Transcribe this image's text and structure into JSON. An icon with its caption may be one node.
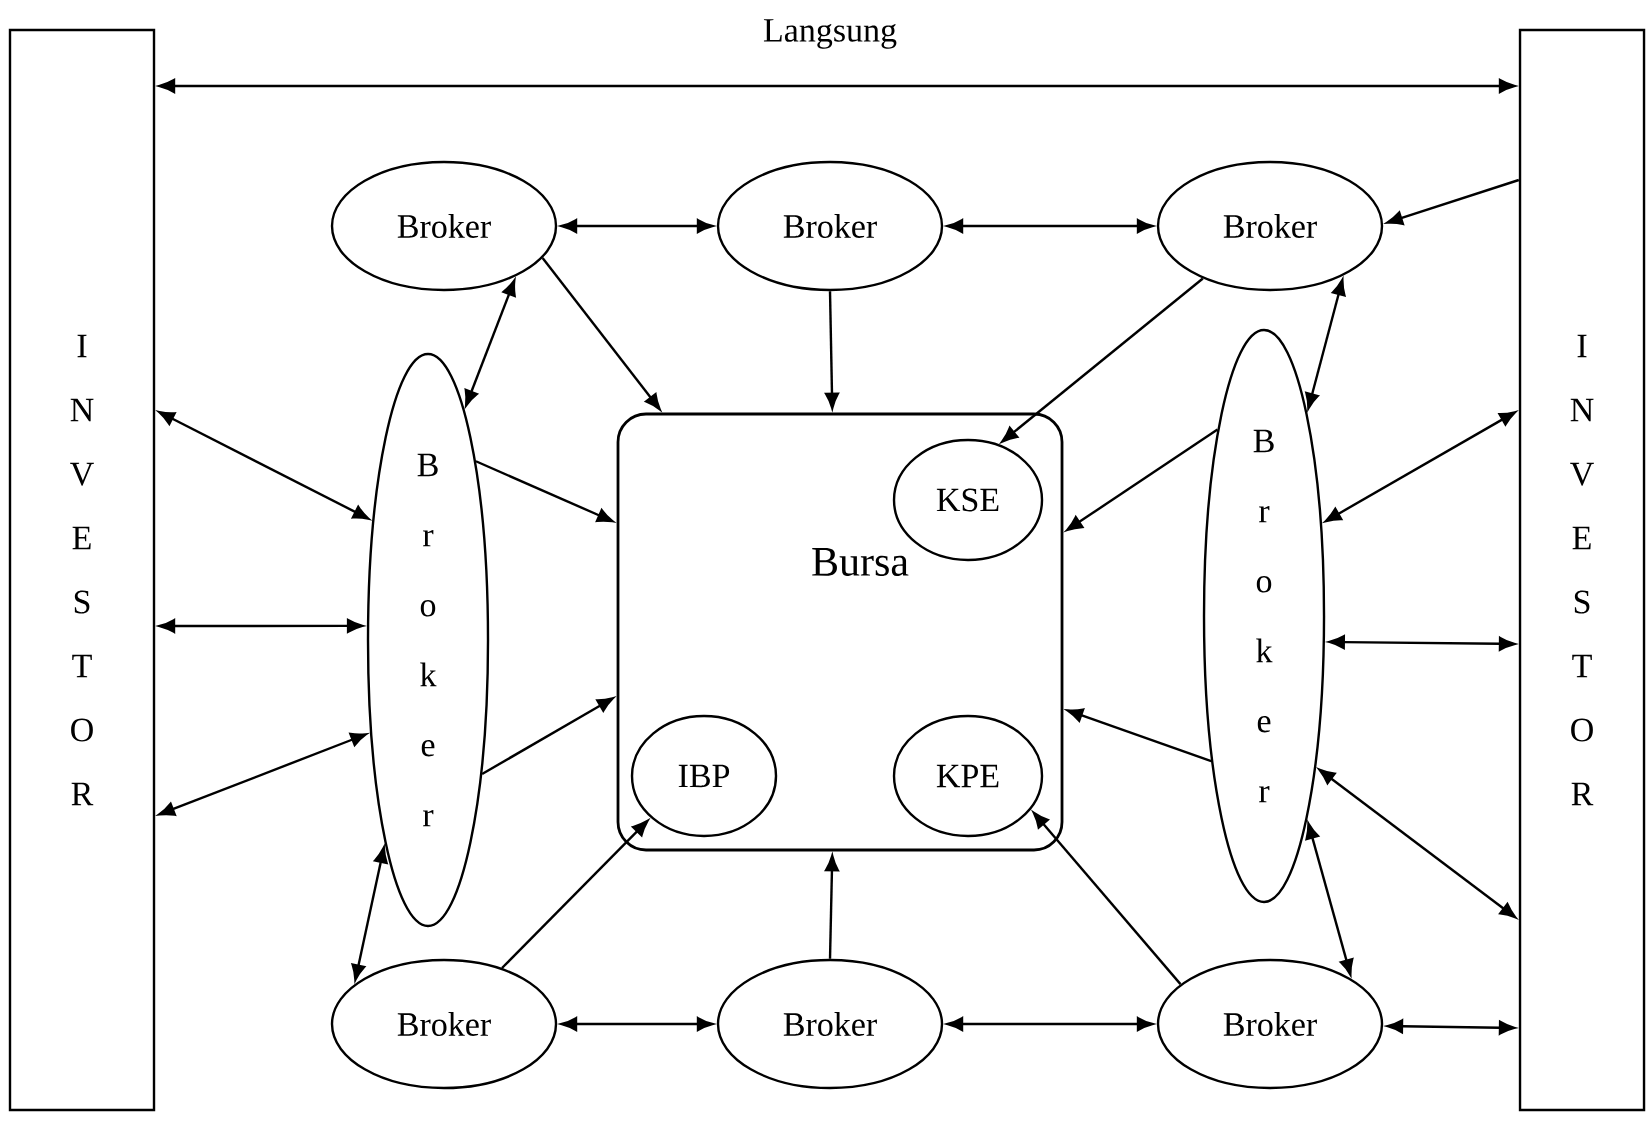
{
  "diagram": {
    "nodes": [
      {
        "text": [
          "I N V E S T O R"
        ]
      },
      {
        "text": [
          "I N V E S T O R"
        ]
      },
      {
        "text": [
          "Broker"
        ]
      },
      {
        "text": [
          "Broker"
        ]
      },
      {
        "text": [
          "Broker"
        ]
      },
      {
        "text": [
          "B r o k e r"
        ]
      },
      {
        "text": [
          "Bursa"
        ]
      },
      {
        "text": [
          "KSE"
        ],
        "in": 6
      },
      {
        "text": [
          "IBP"
        ],
        "in": 6
      },
      {
        "text": [
          "KPE"
        ],
        "in": 6
      },
      {
        "text": [
          "B r o k e r"
        ]
      },
      {
        "text": [
          "Broker"
        ]
      },
      {
        "text": [
          "Broker"
        ]
      },
      {
        "text": [
          "Broker"
        ]
      }
    ],
    "edges": [
      {
        "from": 0,
        "to": 1,
        "arrow": "both",
        "label": "Langsung"
      },
      {
        "from": 2,
        "to": 3,
        "arrow": "both"
      },
      {
        "from": 3,
        "to": 4,
        "arrow": "both"
      },
      {
        "from": 2,
        "to": 5,
        "arrow": "both"
      },
      {
        "from": 2,
        "to": 6,
        "arrow": "to"
      },
      {
        "from": 3,
        "to": 6,
        "arrow": "to"
      },
      {
        "from": 4,
        "to": 7,
        "arrow": "to"
      },
      {
        "from": 1,
        "to": 4,
        "arrow": "to"
      },
      {
        "from": 0,
        "to": 5,
        "arrow": "both"
      },
      {
        "from": 5,
        "to": 6,
        "arrow": "to"
      },
      {
        "from": 0,
        "to": 5,
        "arrow": "both"
      },
      {
        "from": 0,
        "to": 5,
        "arrow": "both"
      },
      {
        "from": 5,
        "to": 6,
        "arrow": "to"
      },
      {
        "from": 4,
        "to": 10,
        "arrow": "both"
      },
      {
        "from": 10,
        "to": 6,
        "arrow": "to"
      },
      {
        "from": 10,
        "to": 1,
        "arrow": "both"
      },
      {
        "from": 10,
        "to": 1,
        "arrow": "both"
      },
      {
        "from": 10,
        "to": 6,
        "arrow": "to"
      },
      {
        "from": 10,
        "to": 1,
        "arrow": "both"
      },
      {
        "from": 5,
        "to": 11,
        "arrow": "both"
      },
      {
        "from": 11,
        "to": 8,
        "arrow": "to"
      },
      {
        "from": 11,
        "to": 12,
        "arrow": "both"
      },
      {
        "from": 12,
        "to": 6,
        "arrow": "to"
      },
      {
        "from": 12,
        "to": 13,
        "arrow": "both"
      },
      {
        "from": 10,
        "to": 13,
        "arrow": "both"
      },
      {
        "from": 13,
        "to": 9,
        "arrow": "to"
      },
      {
        "from": 13,
        "to": 1,
        "arrow": "both"
      }
    ]
  }
}
